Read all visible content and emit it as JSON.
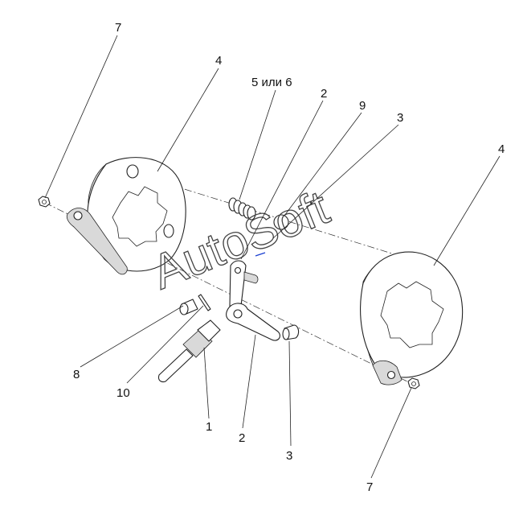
{
  "callouts": {
    "c7a": "7",
    "c4a": "4",
    "c56": "5 или 6",
    "c2a": "2",
    "c9": "9",
    "c3a": "3",
    "c4b": "4",
    "c8": "8",
    "c10": "10",
    "c1": "1",
    "c2b": "2",
    "c3b": "3",
    "c7b": "7"
  },
  "watermark": "AutoSoft",
  "colors": {
    "line": "#222222",
    "shade": "#d9d9d9",
    "accent": "#1a3fd1"
  }
}
